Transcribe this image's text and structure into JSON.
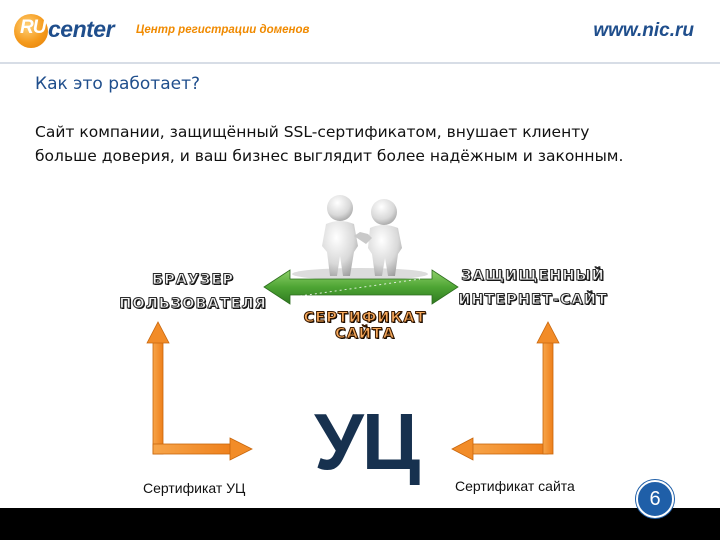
{
  "header": {
    "logo_ru": "RU",
    "logo_center": "center",
    "tagline": "Центр регистрации доменов",
    "url": "www.nic.ru"
  },
  "slide": {
    "title": "Как это работает?",
    "body_line1": "Сайт компании, защищённый SSL-сертификатом, внушает клиенту",
    "body_line2": "больше доверия, и ваш бизнес выглядит более надёжным и законным."
  },
  "diagram": {
    "browser_line1": "БРАУЗЕР",
    "browser_line2": "ПОЛЬЗОВАТЕЛЯ",
    "site_line1": "ЗАЩИЩЕННЫЙ",
    "site_line2": "ИНТЕРНЕТ-САЙТ",
    "site_certificate": "СЕРТИФИКАТ САЙТА",
    "ca": "УЦ",
    "ca_certificate": "Сертификат УЦ",
    "site_cert_caption": "Сертификат сайта"
  },
  "footer": {
    "page_number": "6"
  },
  "colors": {
    "brand_blue": "#1f4e8c",
    "brand_orange": "#f08a00",
    "arrow_green": "#3f8f2c",
    "arrow_orange": "#f28c28"
  }
}
